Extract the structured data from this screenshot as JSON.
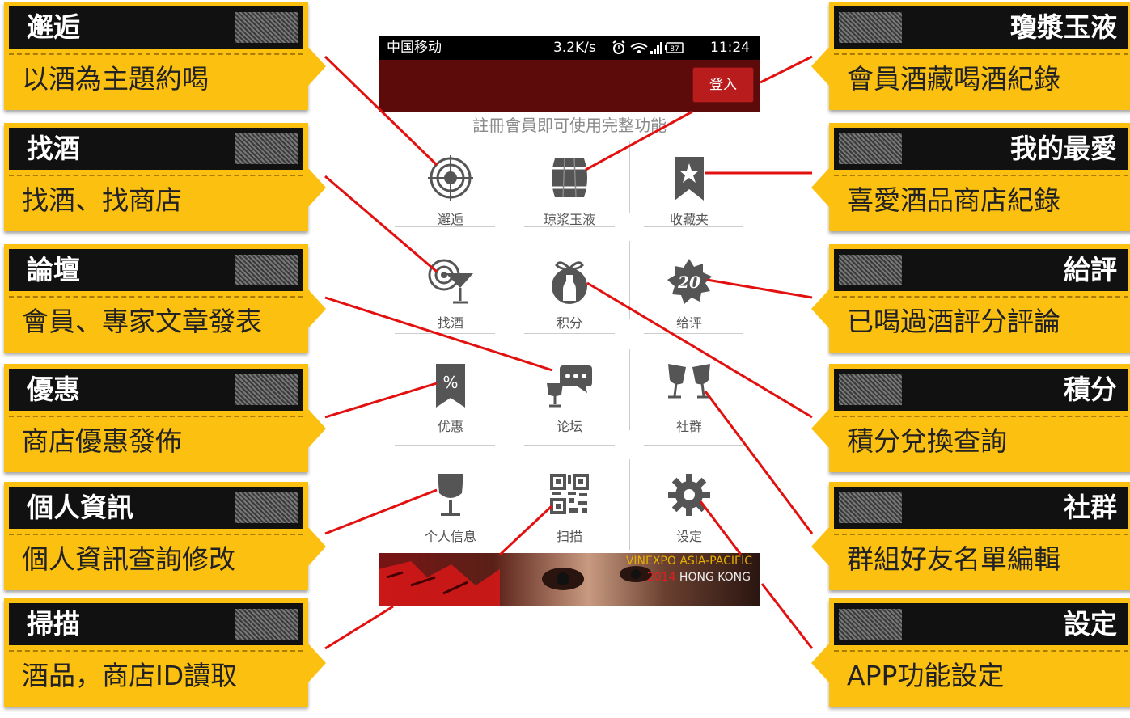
{
  "callouts_left": [
    {
      "title": "邂逅",
      "desc": "以酒為主題約喝"
    },
    {
      "title": "找酒",
      "desc": "找酒、找商店"
    },
    {
      "title": "論壇",
      "desc": "會員、專家文章發表"
    },
    {
      "title": "優惠",
      "desc": "商店優惠發佈"
    },
    {
      "title": "個人資訊",
      "desc": "個人資訊查詢修改"
    },
    {
      "title": "掃描",
      "desc": "酒品，商店ID讀取"
    }
  ],
  "callouts_right": [
    {
      "title": "瓊漿玉液",
      "desc": "會員酒藏喝酒紀錄"
    },
    {
      "title": "我的最愛",
      "desc": "喜愛酒品商店紀錄"
    },
    {
      "title": "給評",
      "desc": "已喝過酒評分評論"
    },
    {
      "title": "積分",
      "desc": "積分兌換查詢"
    },
    {
      "title": "社群",
      "desc": "群組好友名單編輯"
    },
    {
      "title": "設定",
      "desc": "APP功能設定"
    }
  ],
  "phone": {
    "status": {
      "carrier": "中国移动",
      "speed": "3.2K/s",
      "battery": "87",
      "time": "11:24"
    },
    "login_label": "登入",
    "notice": "註冊會員即可使用完整功能",
    "grid": [
      {
        "label": "邂逅",
        "icon": "target-icon"
      },
      {
        "label": "琼浆玉液",
        "icon": "barrel-icon"
      },
      {
        "label": "收藏夹",
        "icon": "bookmark-star-icon"
      },
      {
        "label": "找酒",
        "icon": "cocktail-target-icon"
      },
      {
        "label": "积分",
        "icon": "gift-bottle-icon"
      },
      {
        "label": "给评",
        "icon": "rating-badge-icon"
      },
      {
        "label": "优惠",
        "icon": "discount-tag-icon"
      },
      {
        "label": "论坛",
        "icon": "chat-bubble-icon"
      },
      {
        "label": "社群",
        "icon": "cheers-glasses-icon"
      },
      {
        "label": "个人信息",
        "icon": "wine-glass-icon"
      },
      {
        "label": "扫描",
        "icon": "qr-code-icon"
      },
      {
        "label": "设定",
        "icon": "gear-icon"
      }
    ],
    "rating_badge_text": "20",
    "discount_text": "%",
    "banner": {
      "line1": "VINEXPO ASIA-PACIFIC",
      "year": "2014",
      "city": "HONG KONG"
    }
  },
  "colors": {
    "callout": "#fcc010",
    "header": "#111111",
    "connector": "#e31010",
    "titlebar": "#5c0a0a",
    "login": "#b81c1c"
  }
}
